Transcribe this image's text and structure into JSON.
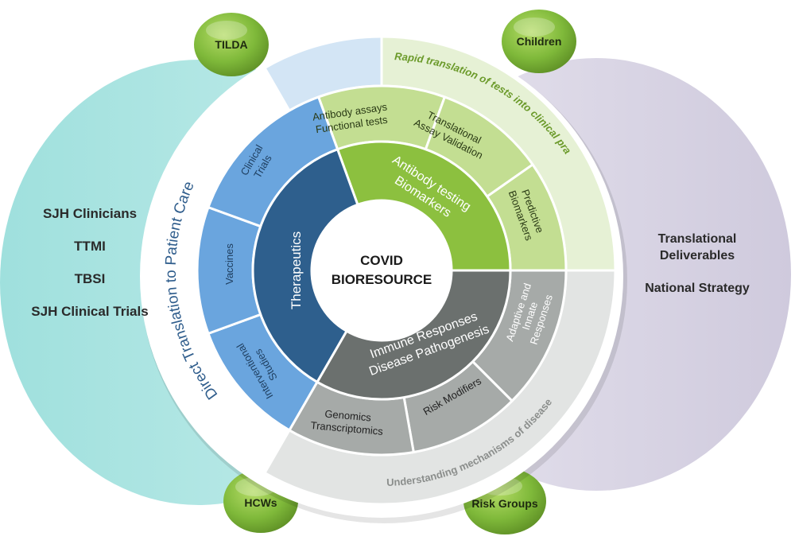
{
  "center": {
    "line1": "COVID",
    "line2": "BIORESOURCE"
  },
  "satellites": {
    "top_left": "TILDA",
    "top_right": "Children",
    "bottom_left": "HCWs",
    "bottom_right": "Risk Groups"
  },
  "left_group": {
    "items": [
      "SJH Clinicians",
      "TTMI",
      "TBSI",
      "SJH Clinical Trials"
    ]
  },
  "right_group": {
    "items": [
      "Translational",
      "Deliverables",
      "National Strategy"
    ]
  },
  "outer_arcs": {
    "green": "Rapid translation of tests into clinical practice",
    "blue": "Direct Translation to Patient Care",
    "grey": "Understanding mechanisms of disease"
  },
  "themes": {
    "therapeutics": "Therapeutics",
    "antibody": {
      "line1": "Antibody testing",
      "line2": "Biomarkers"
    },
    "immune": {
      "line1": "Immune Responses",
      "line2": "Disease Pathogenesis"
    }
  },
  "subthemes": {
    "clinical_trials": {
      "line1": "Clinical",
      "line2": "Trials"
    },
    "vaccines": "Vaccines",
    "interventional": {
      "line1": "Interventional",
      "line2": "Studies"
    },
    "antibody_assays": {
      "line1": "Antibody assays",
      "line2": "Functional tests"
    },
    "translational_assay": {
      "line1": "Translational",
      "line2": "Assay Validation"
    },
    "predictive": {
      "line1": "Predictive",
      "line2": "Biomarkers"
    },
    "adaptive": {
      "line1": "Adaptive and",
      "line2": "Innate",
      "line3": "Responses"
    },
    "risk_modifiers": "Risk Modifiers",
    "genomics": {
      "line1": "Genomics",
      "line2": "Transcriptomics"
    }
  },
  "colors": {
    "teal": "#a8e3e0",
    "lavender": "#dcd8e6",
    "green_dark": "#8cc03f",
    "green_mid": "#c3de92",
    "green_light": "#e6f1d5",
    "blue_dark": "#2e5f8d",
    "blue_mid": "#6aa5de",
    "blue_light": "#d3e5f5",
    "grey_dark": "#6b706e",
    "grey_mid": "#a6aaa8",
    "grey_light": "#e2e4e3"
  }
}
